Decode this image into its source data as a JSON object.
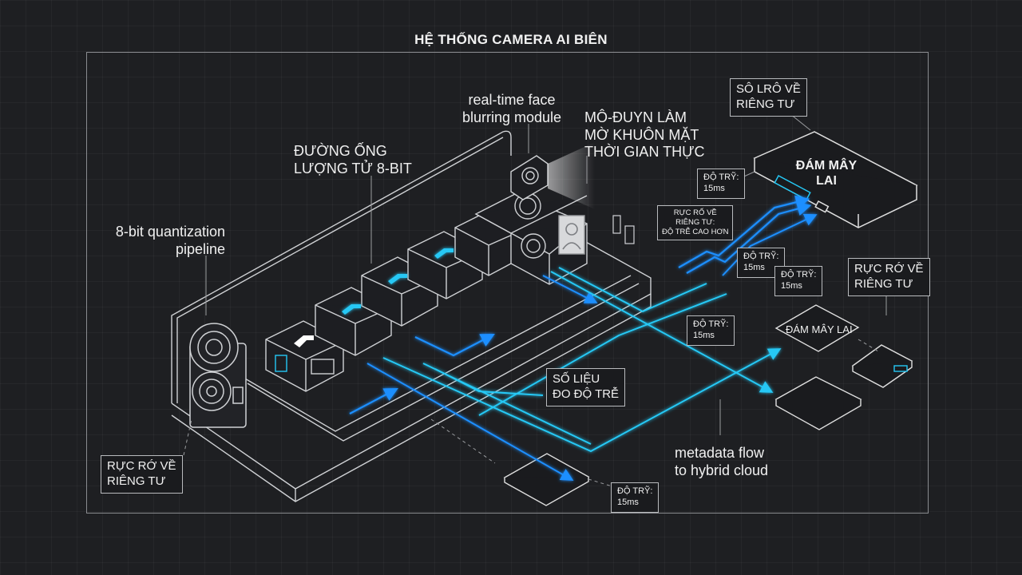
{
  "title": "HỆ THỐNG CAMERA AI BIÊN",
  "labels": {
    "quant_en": "8-bit quantization\npipeline",
    "quant_vi": "ĐƯỜNG ỐNG\nLƯỢNG TỬ 8-BIT",
    "face_en": "real-time face\nblurring module",
    "face_vi": "MÔ-ĐUYN LÀM\nMỜ KHUÔN MẶT\nTHỜI GIAN THỰC",
    "metadata": "metadata flow\nto hybrid cloud",
    "cloud_main": "ĐÁM MÂY\nLAI",
    "cloud_small": "ĐÁM MÂY LAI"
  },
  "boxes": {
    "privacy_top": "SÔ LRÔ VỀ\nRIÊNG TƯ",
    "privacy_right": "RỰC RỚ VỀ\nRIÊNG TƯ",
    "privacy_bottom": "RỰC RỚ VỀ\nRIÊNG TƯ",
    "privacy_latency": "RỰC RỐ VỀ\nRIÊNG TƯ:\nĐỘ TRỄ CAO HƠN",
    "latency_metric": "SỐ LIỆU\nĐO ĐỘ TRỄ",
    "latency_1": "ĐỘ TRỸ:\n15ms",
    "latency_2": "ĐỘ TRỸ:\n15ms",
    "latency_3": "ĐỘ TRỸ:\n15ms",
    "latency_4": "ĐỘ TRỸ:\n15ms",
    "latency_5": "ĐỘ TRỸ:\n15ms"
  },
  "colors": {
    "background": "#1e1f22",
    "line": "#d0d2d5",
    "blue": "#1e8fff",
    "cyan": "#25c8f5"
  },
  "icons": [
    "lens-camera-icon",
    "dome-camera-icon",
    "face-icon",
    "arrow-icon"
  ]
}
